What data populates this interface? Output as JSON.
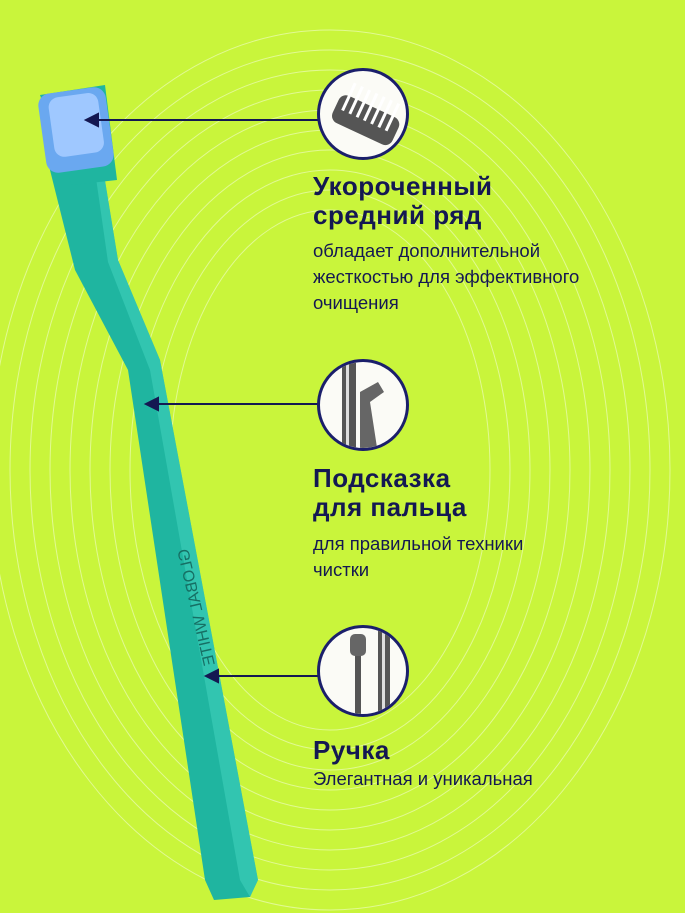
{
  "brush_label": "GLOBAL WHITE",
  "colors": {
    "background": "#c9f53b",
    "handle": "#1fb5a0",
    "bristles": "#6aa8f0",
    "text": "#141852"
  },
  "features": [
    {
      "title_lines": [
        "Укороченный",
        "средний ряд"
      ],
      "description_lines": [
        "обладает дополнительной",
        "жесткостью для эффективного",
        "очищения"
      ],
      "icon": "brush-head-bristles-icon"
    },
    {
      "title_lines": [
        "Подсказка",
        "для пальца"
      ],
      "description_lines": [
        "для правильной техники",
        "чистки"
      ],
      "icon": "finger-grip-icon"
    },
    {
      "title_lines": [
        "Ручка"
      ],
      "description_lines": [
        "Элегантная и уникальная"
      ],
      "icon": "handle-icon"
    }
  ]
}
